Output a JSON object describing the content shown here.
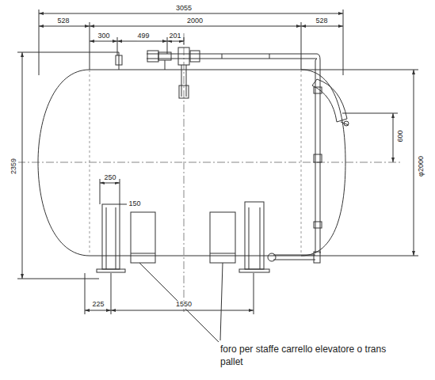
{
  "diagram": {
    "labels": [
      "3055",
      "528",
      "2000",
      "528",
      "300",
      "499",
      "201",
      "2359",
      "600",
      "φ2000",
      "250",
      "150",
      "225",
      "1550",
      "foro per staffe carrello elevatore o trans pallet"
    ]
  }
}
